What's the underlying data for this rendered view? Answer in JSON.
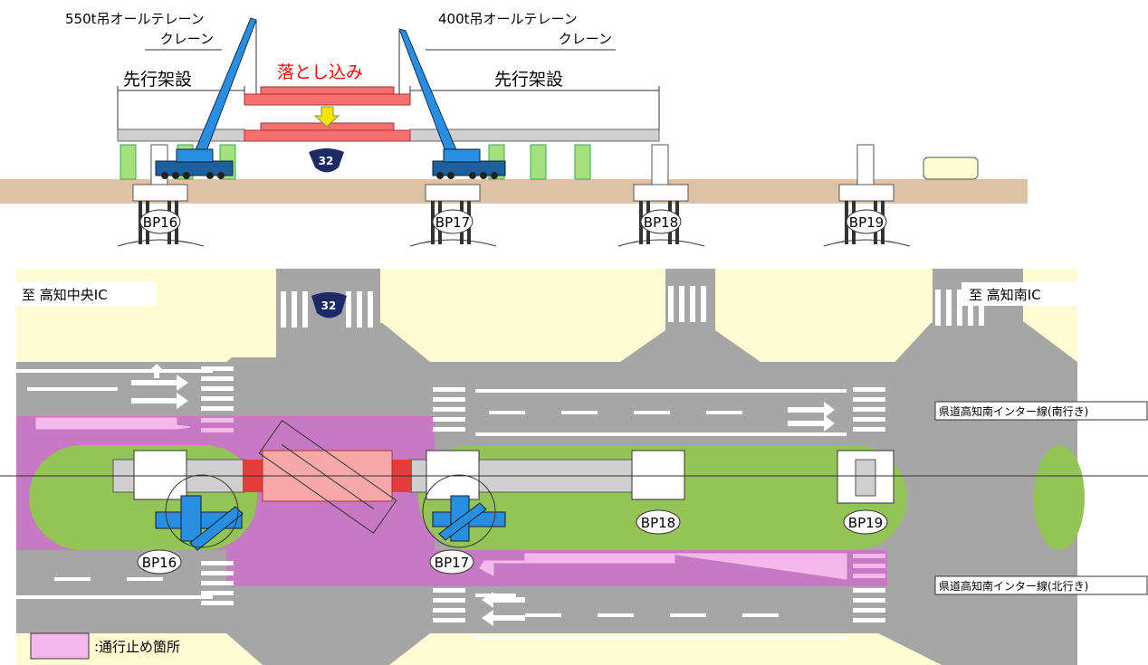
{
  "elevation": {
    "crane_550_line1": "550t吊オールテレーン",
    "crane_550_line2": "クレーン",
    "crane_400_line1": "400t吊オールテレーン",
    "crane_400_line2": "クレーン",
    "left_span_label": "先行架設",
    "right_span_label": "先行架設",
    "drop_in_label": "落とし込み",
    "route_number": "32",
    "piers": [
      "BP16",
      "BP17",
      "BP18",
      "BP19"
    ]
  },
  "plan": {
    "left_destination": "至 高知中央IC",
    "right_destination": "至 高知南IC",
    "route_number": "32",
    "southbound_label": "県道高知南インター線(南行き)",
    "northbound_label": "県道高知南インター線(北行き)",
    "piers": [
      "BP16",
      "BP17",
      "BP18",
      "BP19"
    ],
    "legend_label": ":通行止め箇所"
  },
  "colors": {
    "ground": "#dcc3a5",
    "road": "#a6a6a6",
    "median": "#94c356",
    "sidewalk": "#fffbd2",
    "closure": "#c779c4",
    "girder_drop": "#f46f6f",
    "crane": "#2a8ee0",
    "arrow_yellow": "#f4e400",
    "route_shield": "#1c2a66"
  }
}
